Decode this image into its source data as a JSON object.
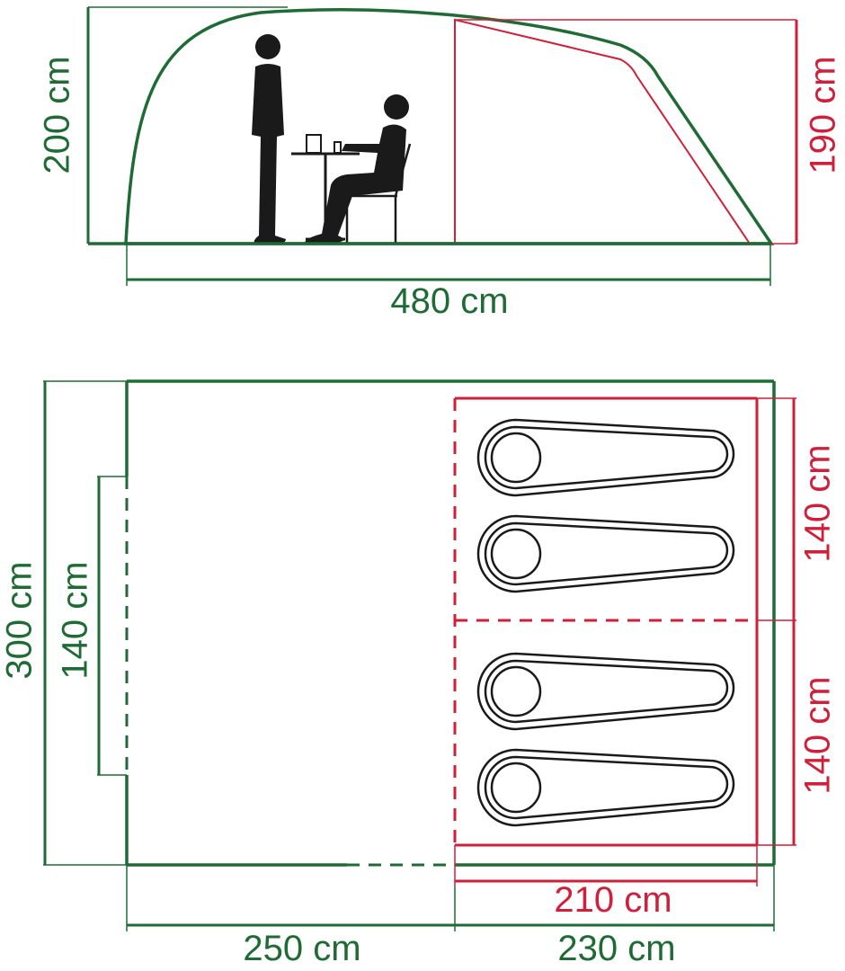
{
  "colors": {
    "tent_outline": "#1e6b34",
    "bedroom_outline": "#d11f3a",
    "figures": "#1a1a1a",
    "background": "#ffffff"
  },
  "side_view": {
    "tent_height": "200 cm",
    "bedroom_height": "190 cm",
    "total_length": "480 cm",
    "icons": [
      "standing-person-icon",
      "seated-person-icon",
      "table-icon",
      "chair-icon"
    ]
  },
  "floor_plan": {
    "width": "300 cm",
    "door_width": "140 cm",
    "bedroom_compartment_1_width": "140 cm",
    "bedroom_compartment_2_width": "140 cm",
    "bedroom_length": "210 cm",
    "living_area_length": "250 cm",
    "bedroom_area_length": "230 cm",
    "sleeping_bags": 4,
    "icons": [
      "sleeping-bag-icon"
    ]
  }
}
